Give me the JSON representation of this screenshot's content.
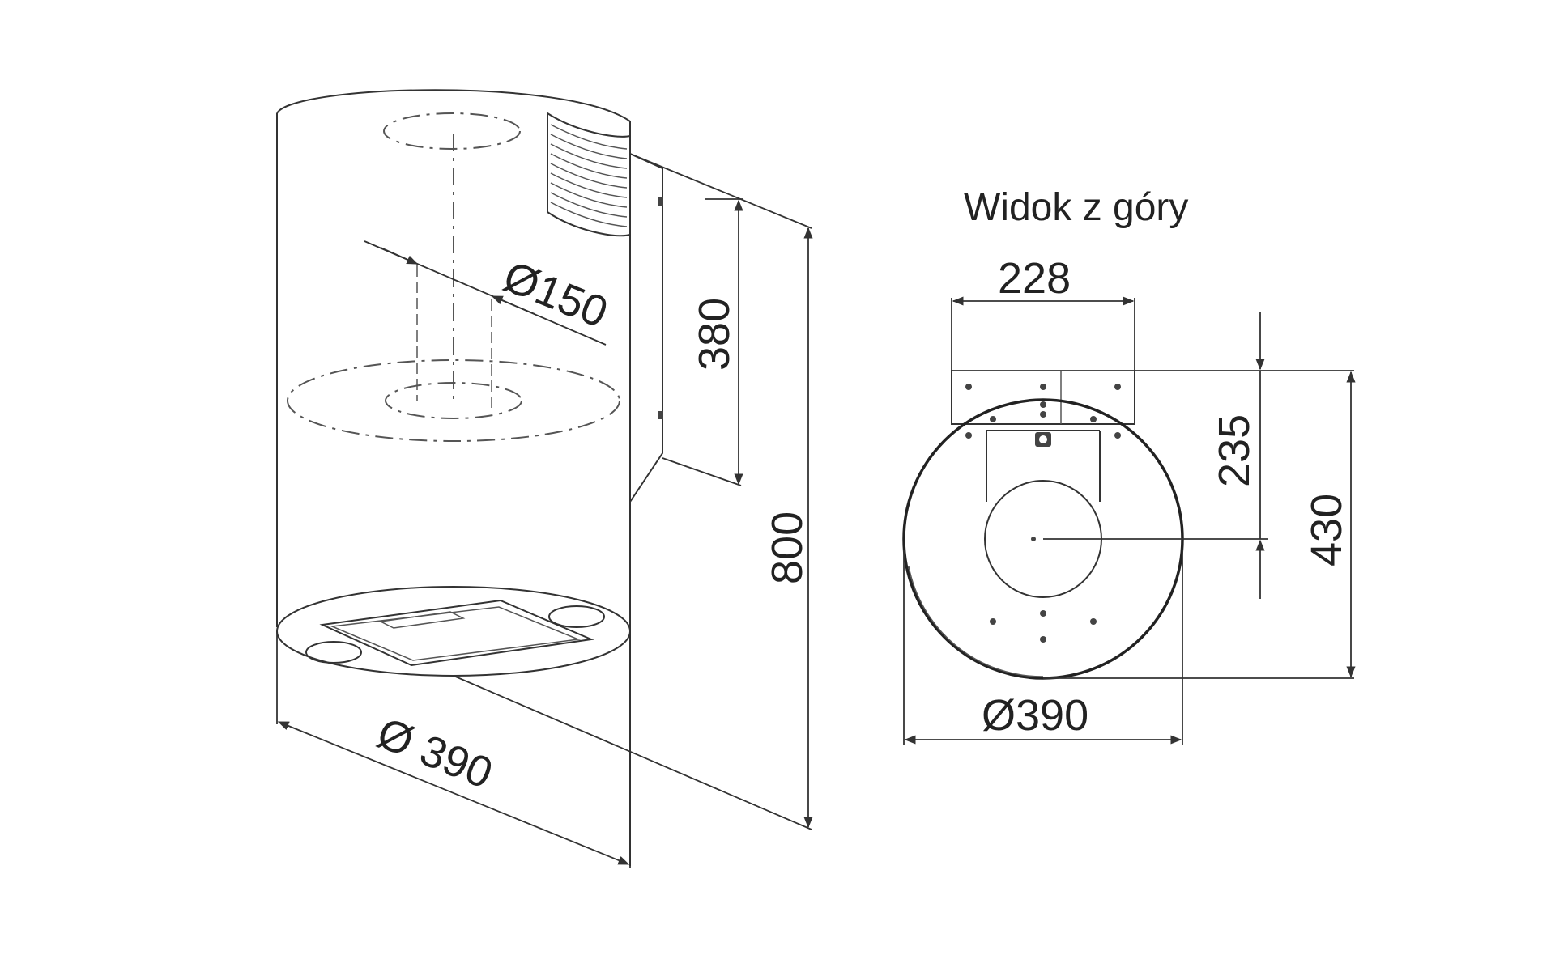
{
  "figure": {
    "top_view_title": "Widok z góry",
    "perspective_view": {
      "dim_outlet_diameter": "Ø150",
      "dim_chimney_height": "380",
      "dim_total_height": "800",
      "dim_body_diameter": "Ø 390"
    },
    "top_view": {
      "dim_bracket_width": "228",
      "dim_outlet_offset": "235",
      "dim_depth": "430",
      "dim_body_diameter": "Ø390"
    }
  }
}
